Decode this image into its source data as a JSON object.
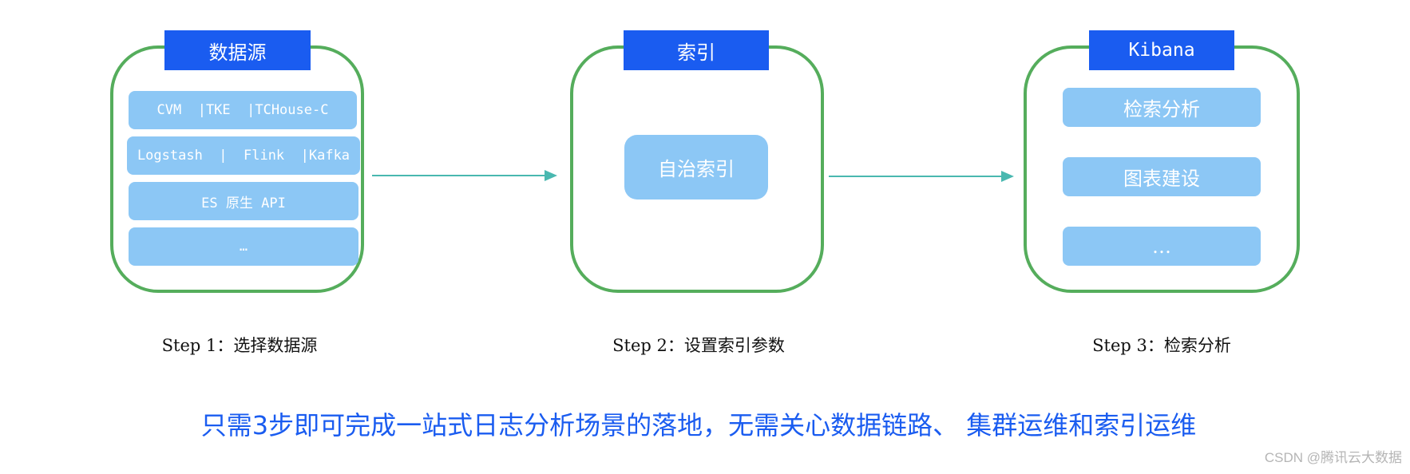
{
  "panels": [
    {
      "title": "数据源",
      "items": [
        "CVM  |TKE  |TCHouse-C",
        "Logstash  |  Flink  |Kafka",
        "ES 原生 API",
        "…"
      ]
    },
    {
      "title": "索引",
      "items": [
        "自治索引"
      ]
    },
    {
      "title": "Kibana",
      "items": [
        "检索分析",
        "图表建设",
        "…"
      ]
    }
  ],
  "steps": [
    "Step 1：选择数据源",
    "Step 2：设置索引参数",
    "Step 3：检索分析"
  ],
  "summary": "只需3步即可完成一站式日志分析场景的落地，无需关心数据链路、 集群运维和索引运维",
  "credit": "CSDN @腾讯云大数据",
  "colors": {
    "panel_border": "#55ad5c",
    "title_bg": "#1a5cf0",
    "item_bg": "#8cc7f5",
    "arrow": "#49b8b0",
    "summary_text": "#1a5cf0"
  }
}
